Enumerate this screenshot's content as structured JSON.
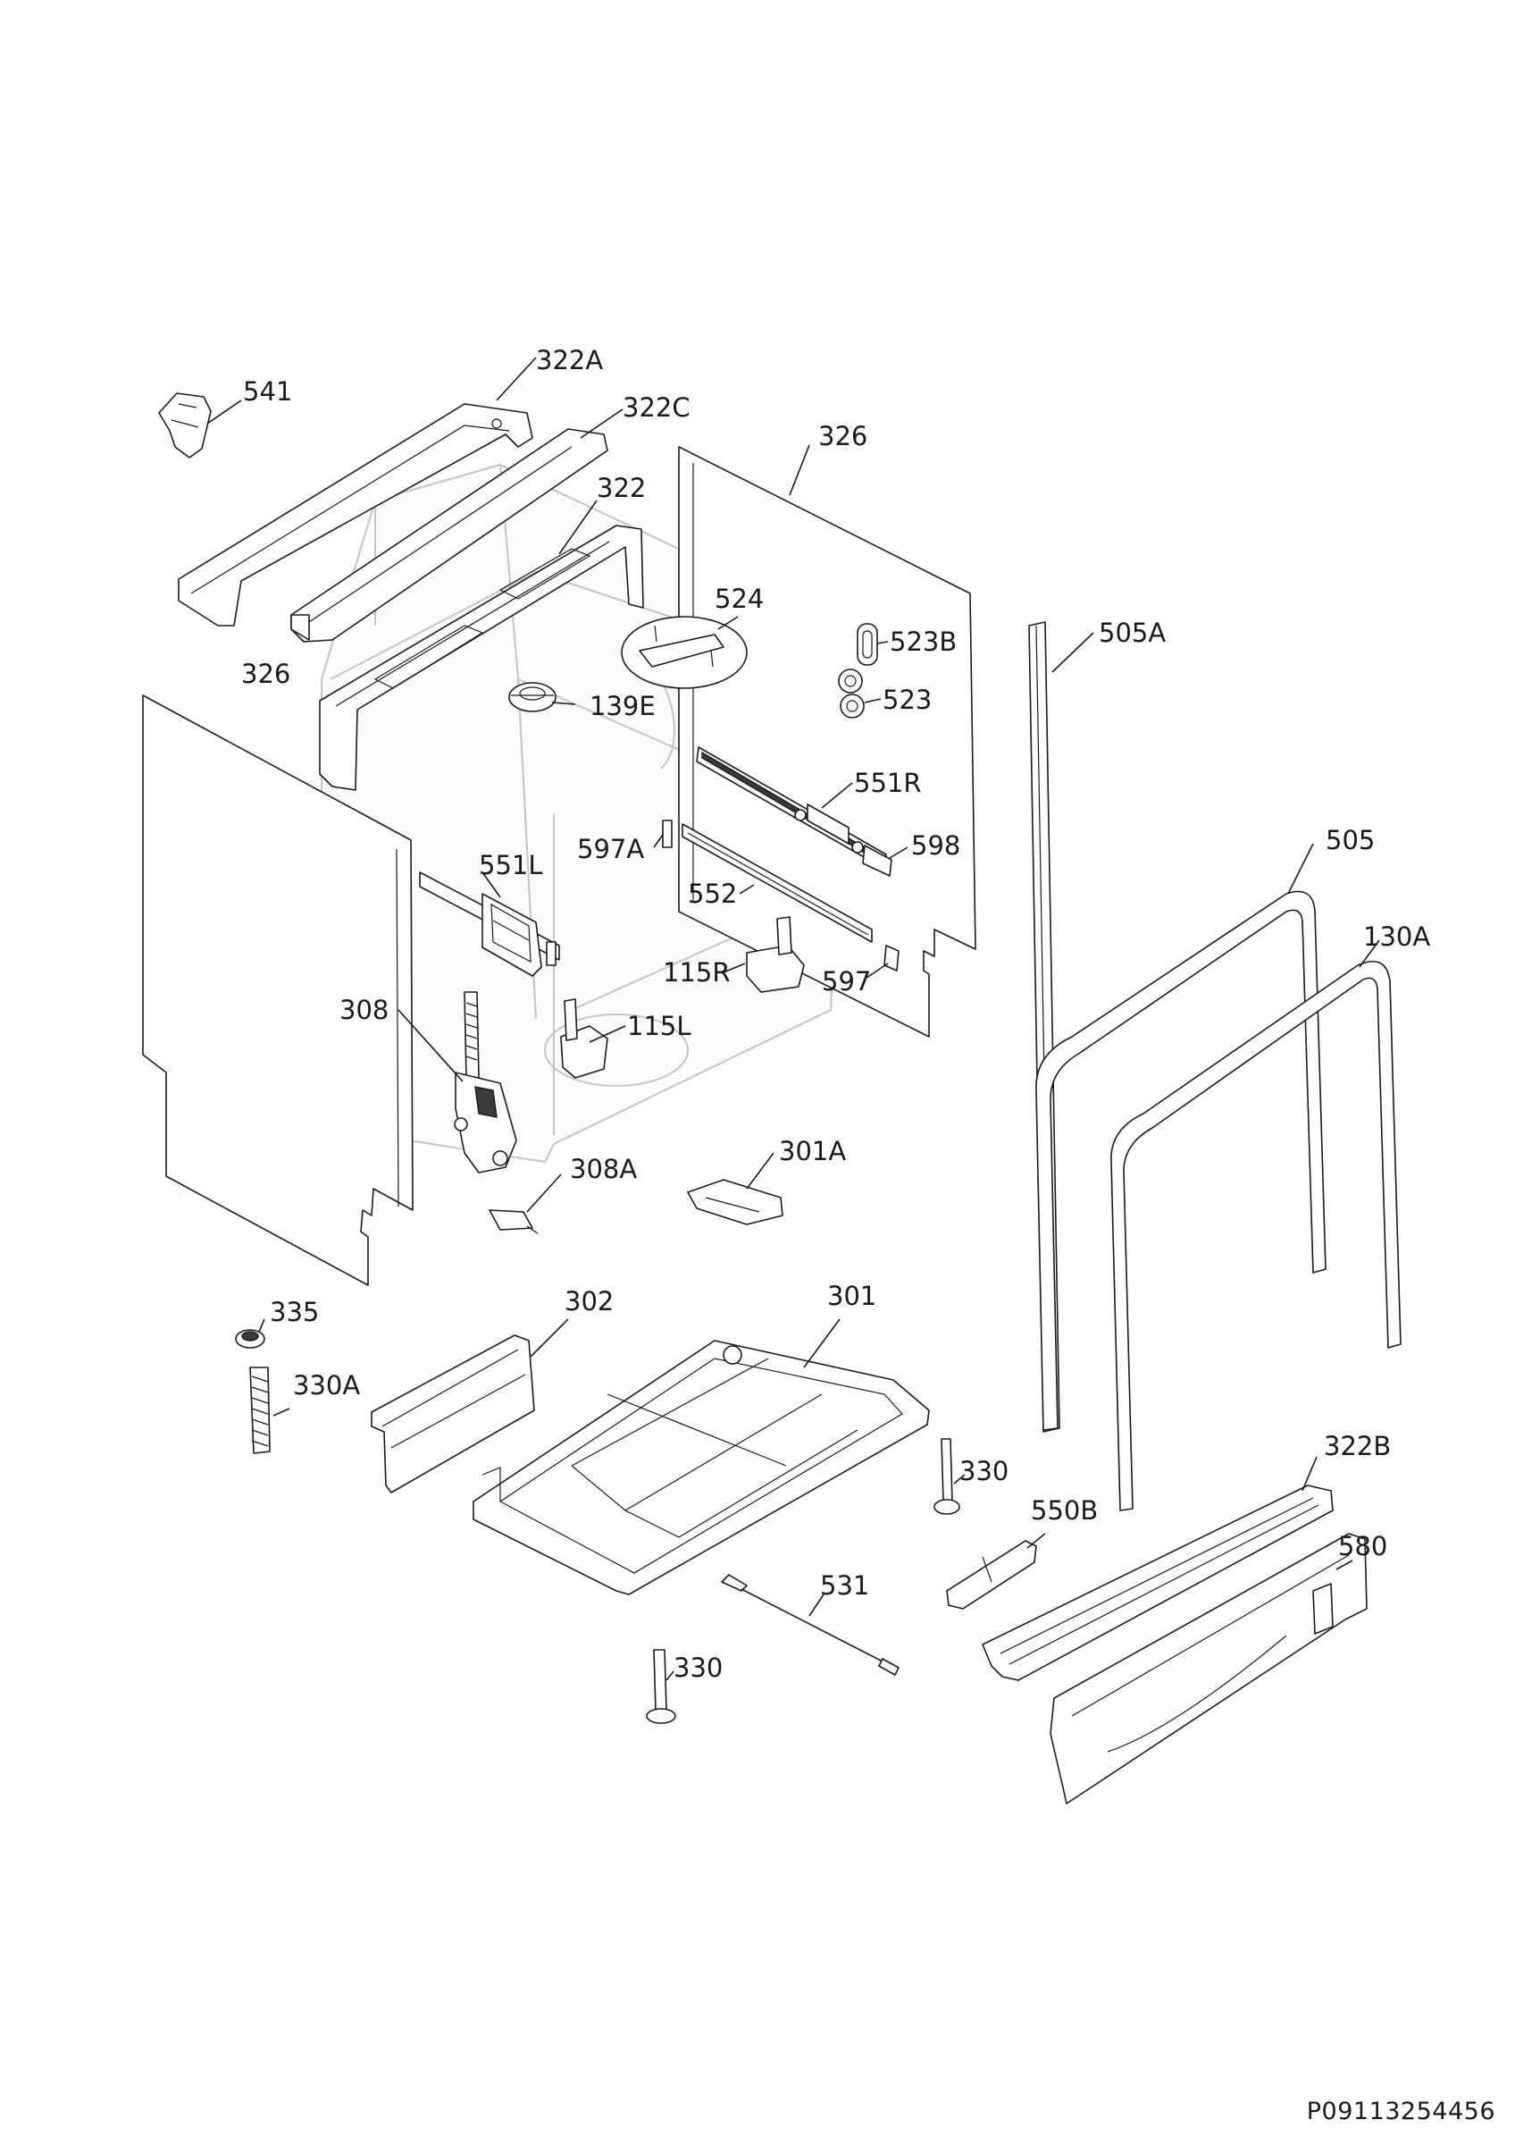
{
  "drawing_code": "P09113254456",
  "callouts": {
    "c541": "541",
    "c322A": "322A",
    "c322C": "322C",
    "c322": "322",
    "c326_top": "326",
    "c326_left": "326",
    "c524": "524",
    "c523B": "523B",
    "c523": "523",
    "c139E": "139E",
    "c505A": "505A",
    "c551R": "551R",
    "c597A": "597A",
    "c598": "598",
    "c551L": "551L",
    "c552": "552",
    "c505": "505",
    "c130A": "130A",
    "c115R": "115R",
    "c597": "597",
    "c308": "308",
    "c115L": "115L",
    "c308A": "308A",
    "c301A": "301A",
    "c335": "335",
    "c302": "302",
    "c301": "301",
    "c330A": "330A",
    "c330_right": "330",
    "c322B": "322B",
    "c550B": "550B",
    "c580": "580",
    "c531": "531",
    "c330_bottom": "330"
  }
}
